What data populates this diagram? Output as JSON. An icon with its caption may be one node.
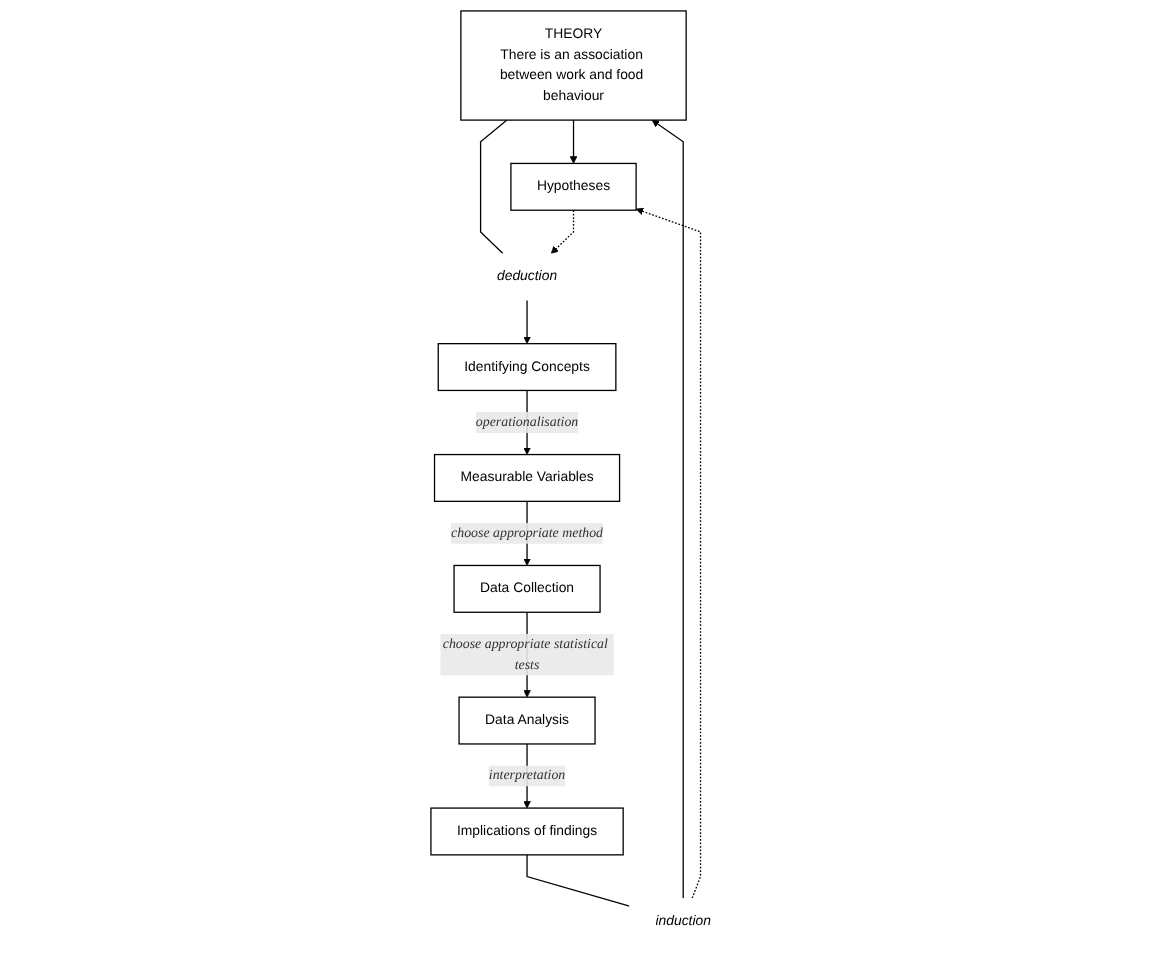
{
  "diagram": {
    "nodes": [
      {
        "text": [
          "THEORY",
          "There is an association between work and food behaviour"
        ]
      },
      {
        "text": [
          "induction"
        ]
      },
      {
        "text": [
          "Hypotheses"
        ]
      },
      {
        "text": [
          "deduction"
        ]
      },
      {
        "text": [
          "Implications of findings"
        ]
      },
      {
        "text": [
          "Identifying Concepts"
        ]
      },
      {
        "text": [
          "Data Analysis"
        ]
      },
      {
        "text": [
          "Measurable Variables"
        ]
      },
      {
        "text": [
          "Data Collection"
        ]
      }
    ],
    "edges": [
      {
        "from": 0,
        "to": 2,
        "arrow": "to"
      },
      {
        "from": 4,
        "to": 1,
        "arrow": "none"
      },
      {
        "from": 1,
        "to": 0,
        "arrow": "to"
      },
      {
        "from": 1,
        "to": 2,
        "arrow": "to",
        "style": "dashed"
      },
      {
        "from": 0,
        "to": 3,
        "arrow": "none"
      },
      {
        "from": 3,
        "to": 5,
        "arrow": "to"
      },
      {
        "from": 2,
        "to": 3,
        "arrow": "to",
        "style": "dashed"
      },
      {
        "from": 5,
        "to": 7,
        "arrow": "to",
        "label": "operationalisation"
      },
      {
        "from": 7,
        "to": 8,
        "arrow": "to",
        "label": "choose appropriate method"
      },
      {
        "from": 8,
        "to": 6,
        "arrow": "to",
        "label": "choose appropriate statistical tests"
      },
      {
        "from": 6,
        "to": 4,
        "arrow": "to",
        "label": "interpretation"
      }
    ]
  }
}
